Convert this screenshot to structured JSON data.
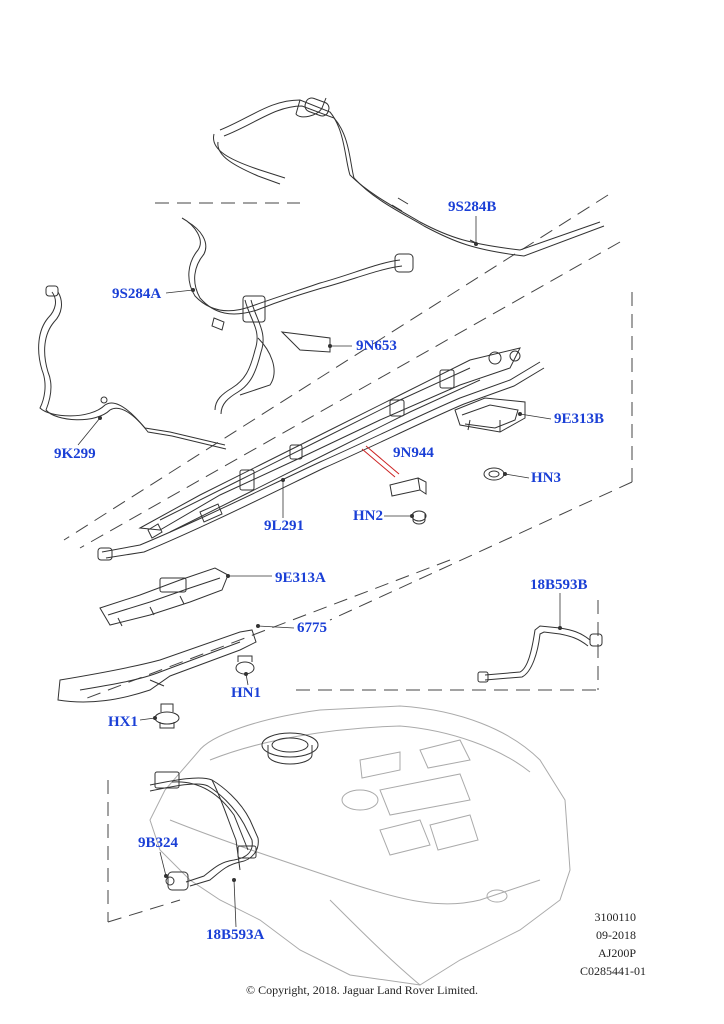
{
  "callouts": {
    "c_9S284B": "9S284B",
    "c_9S284A": "9S284A",
    "c_9N653": "9N653",
    "c_9K299": "9K299",
    "c_9E313B": "9E313B",
    "c_9N944": "9N944",
    "c_HN3": "HN3",
    "c_HN2": "HN2",
    "c_9L291": "9L291",
    "c_9E313A": "9E313A",
    "c_18B593B": "18B593B",
    "c_6775": "6775",
    "c_HN1": "HN1",
    "c_HX1": "HX1",
    "c_9B324": "9B324",
    "c_18B593A": "18B593A"
  },
  "info": {
    "line1": "3100110",
    "line2": "09-2018",
    "line3": "AJ200P",
    "line4": "C0285441-01"
  },
  "copyright": "© Copyright, 2018. Jaguar Land Rover Limited.",
  "colors": {
    "callout": "#1a3fd6",
    "line_art": "#333333",
    "leader": "#cc2222"
  }
}
